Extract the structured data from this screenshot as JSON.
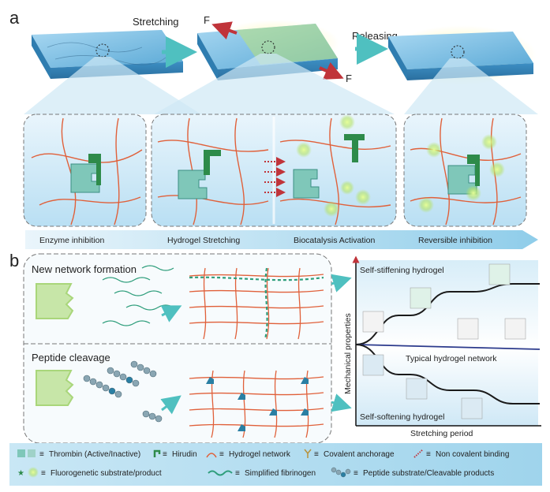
{
  "panel_a": {
    "label": "a",
    "steps": {
      "stretching": "Stretching",
      "releasing": "Releasing",
      "force": "F"
    },
    "stages": [
      "Enzyme inhibition",
      "Hydrogel Stretching",
      "Biocatalysis Activation",
      "Reversible inhibition"
    ]
  },
  "panel_b": {
    "label": "b",
    "new_network": "New network formation",
    "peptide_cleavage": "Peptide cleavage",
    "graph": {
      "top_label": "Self-stiffening hydrogel",
      "middle_label": "Typical hydrogel network",
      "bottom_label": "Self-softening hydrogel",
      "xlabel": "Stretching period",
      "ylabel": "Mechanical properties"
    }
  },
  "legend": {
    "thrombin": "Thrombin (Active/Inactive)",
    "hirudin": "Hirudin",
    "hydrogel_network": "Hydrogel network",
    "covalent": "Covalent anchorage",
    "noncovalent": "Non covalent binding",
    "fluoro": "Fluorogenetic substrate/product",
    "fibrinogen": "Simplified fibrinogen",
    "peptide": "Peptide substrate/Cleavable products"
  },
  "colors": {
    "gel_blue": "#6fb8e0",
    "strand_red": "#e0603a",
    "enzyme_teal": "#5fb3a6",
    "hirudin_green": "#2e8b4a",
    "glow_green": "#b6e36a",
    "arrow_teal": "#4fc0c0",
    "arrow_red": "#c0343a",
    "curve_dark": "#1a1a1a",
    "typical_line": "#2b3a8c"
  }
}
